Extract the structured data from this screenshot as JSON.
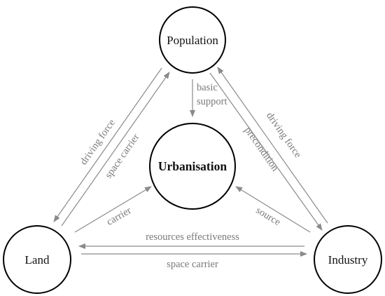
{
  "nodes": {
    "population": "Population",
    "urbanisation": "Urbanisation",
    "land": "Land",
    "industry": "Industry"
  },
  "edges": {
    "basic": "basic",
    "support": "support",
    "left_driving_force": "driving force",
    "left_space_carrier": "space carrier",
    "right_driving_force": "driving force",
    "right_precondition": "precondition",
    "carrier": "carrier",
    "source": "source",
    "resources_effectiveness": "resources effectiveness",
    "bottom_space_carrier": "space carrier"
  },
  "colors": {
    "node_stroke": "#000000",
    "edge_stroke": "#8a8a8a",
    "edge_label": "#7a7a7a"
  }
}
